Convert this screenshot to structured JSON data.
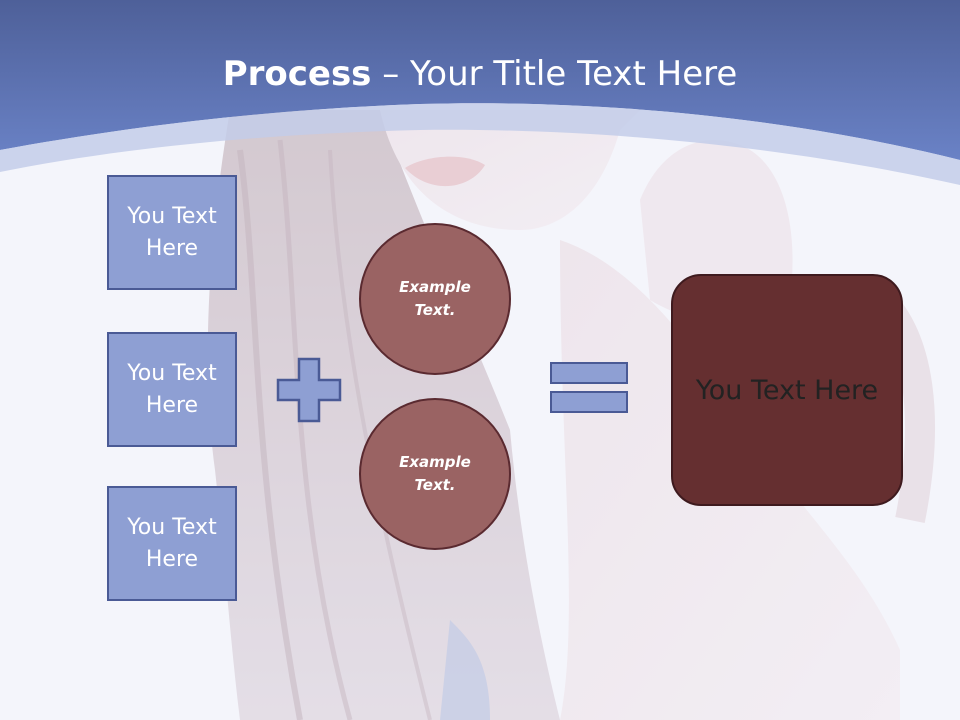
{
  "title": {
    "bold": "Process",
    "rest": " – Your Title Text Here"
  },
  "left_boxes": [
    {
      "line1": "You Text",
      "line2": "Here"
    },
    {
      "line1": "You Text",
      "line2": "Here"
    },
    {
      "line1": "You Text",
      "line2": "Here"
    }
  ],
  "circles": [
    {
      "line1": "Example",
      "line2": "Text."
    },
    {
      "line1": "Example",
      "line2": "Text."
    }
  ],
  "result": {
    "label": "You Text Here"
  },
  "icons": {
    "plus": "plus-icon",
    "equals": "equals-icon"
  },
  "colors": {
    "header": "#5d76b8",
    "box_fill": "#8e9fd3",
    "circle_fill": "#9a6363",
    "result_fill": "#652f30"
  }
}
